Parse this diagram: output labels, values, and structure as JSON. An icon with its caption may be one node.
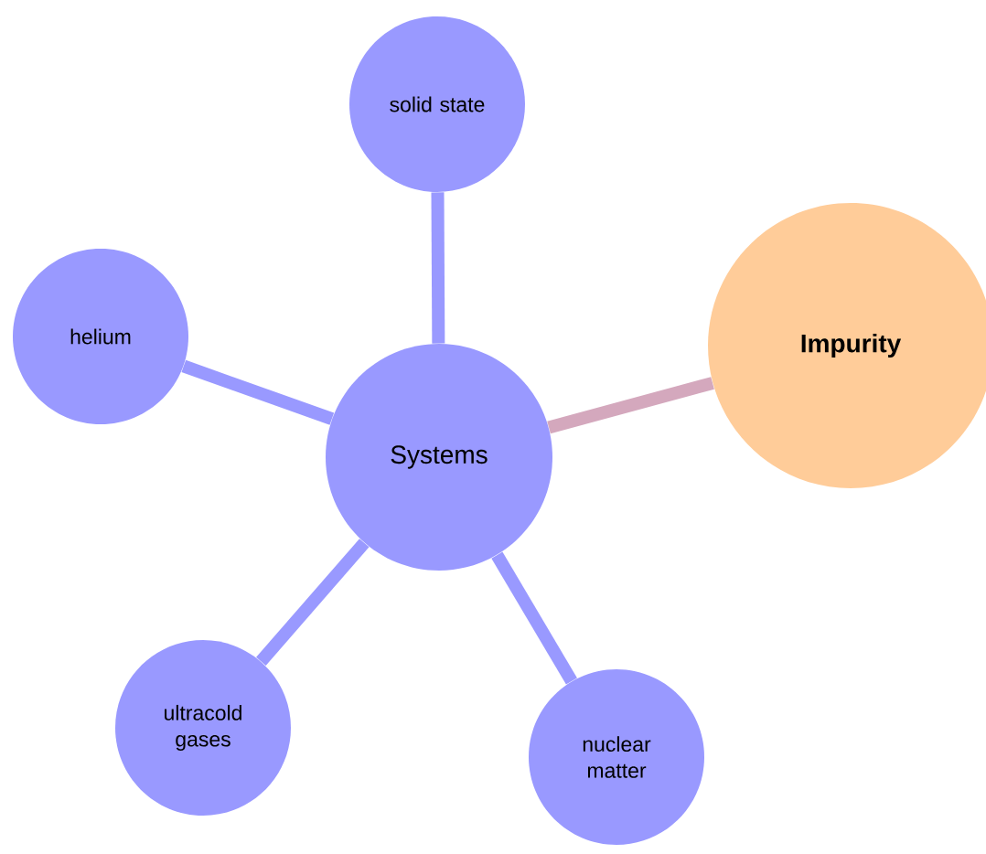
{
  "diagram": {
    "nodes": [
      {
        "text": [
          "Systems"
        ]
      },
      {
        "text": [
          "solid state"
        ]
      },
      {
        "text": [
          "Impurity"
        ]
      },
      {
        "text": [
          "helium"
        ]
      },
      {
        "text": [
          "ultracold gases"
        ]
      },
      {
        "text": [
          "nuclear matter"
        ]
      }
    ],
    "edges": [
      {
        "from": 0,
        "to": 1,
        "arrow": "none"
      },
      {
        "from": 0,
        "to": 2,
        "arrow": "none",
        "color": "#d4a8bd"
      },
      {
        "from": 0,
        "to": 3,
        "arrow": "none"
      },
      {
        "from": 0,
        "to": 4,
        "arrow": "none"
      },
      {
        "from": 0,
        "to": 5,
        "arrow": "none"
      }
    ]
  }
}
